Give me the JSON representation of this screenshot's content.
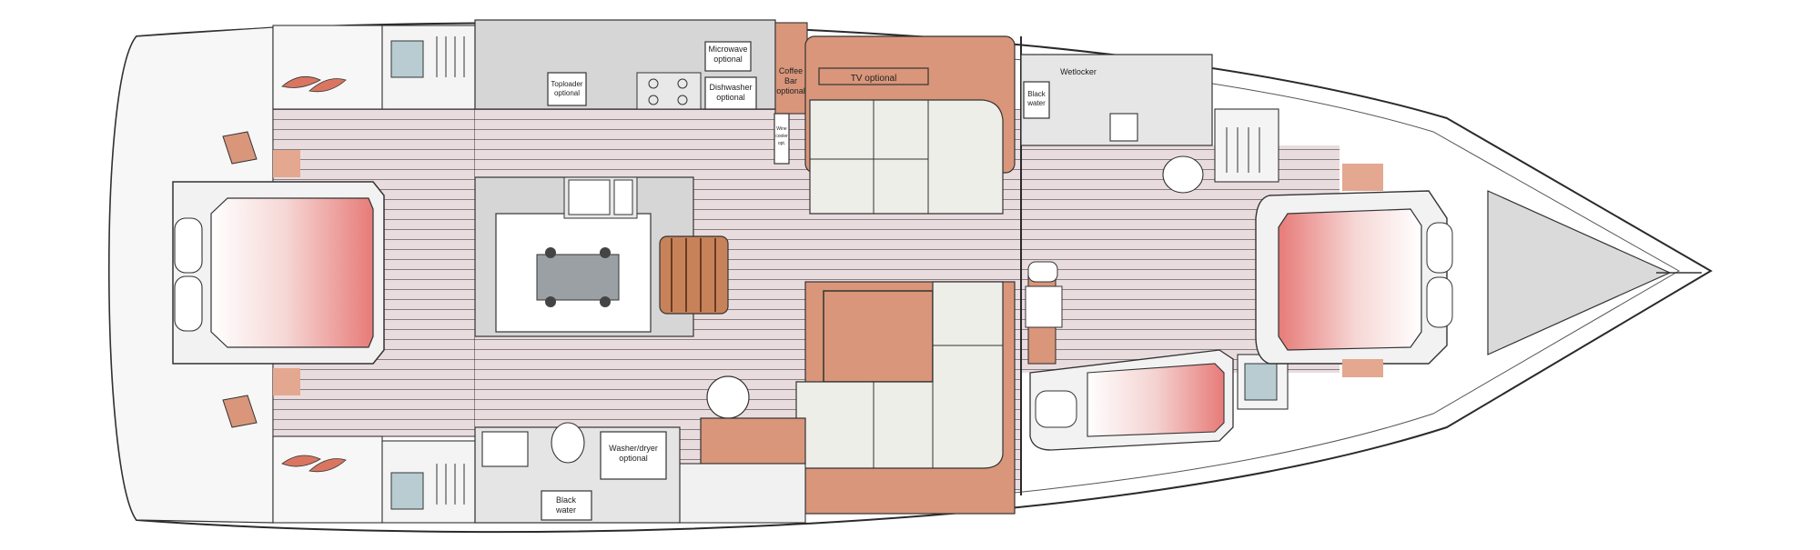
{
  "labels": {
    "microwave": [
      "Microwave",
      "optional"
    ],
    "toploader": [
      "Toploader",
      "optional"
    ],
    "dishwasher": [
      "Dishwasher",
      "optional"
    ],
    "coffee_bar": [
      "Coffee",
      "Bar",
      "optional"
    ],
    "tv": "TV optional",
    "wine_cooler": [
      "Wine",
      "cooler",
      "opt."
    ],
    "black_water_fwd": [
      "Black",
      "water"
    ],
    "wetlocker": "Wetlocker",
    "washer_dryer": [
      "Washer/dryer",
      "optional"
    ],
    "black_water_aft": [
      "Black",
      "water"
    ]
  },
  "colors": {
    "teak": "#e7dadd",
    "upholstery": "#d9967a",
    "cushion": "#eeeee9",
    "counter": "#d6d6d6",
    "bed_gradient": "#e77b78",
    "outline": "#2a2a2a"
  }
}
